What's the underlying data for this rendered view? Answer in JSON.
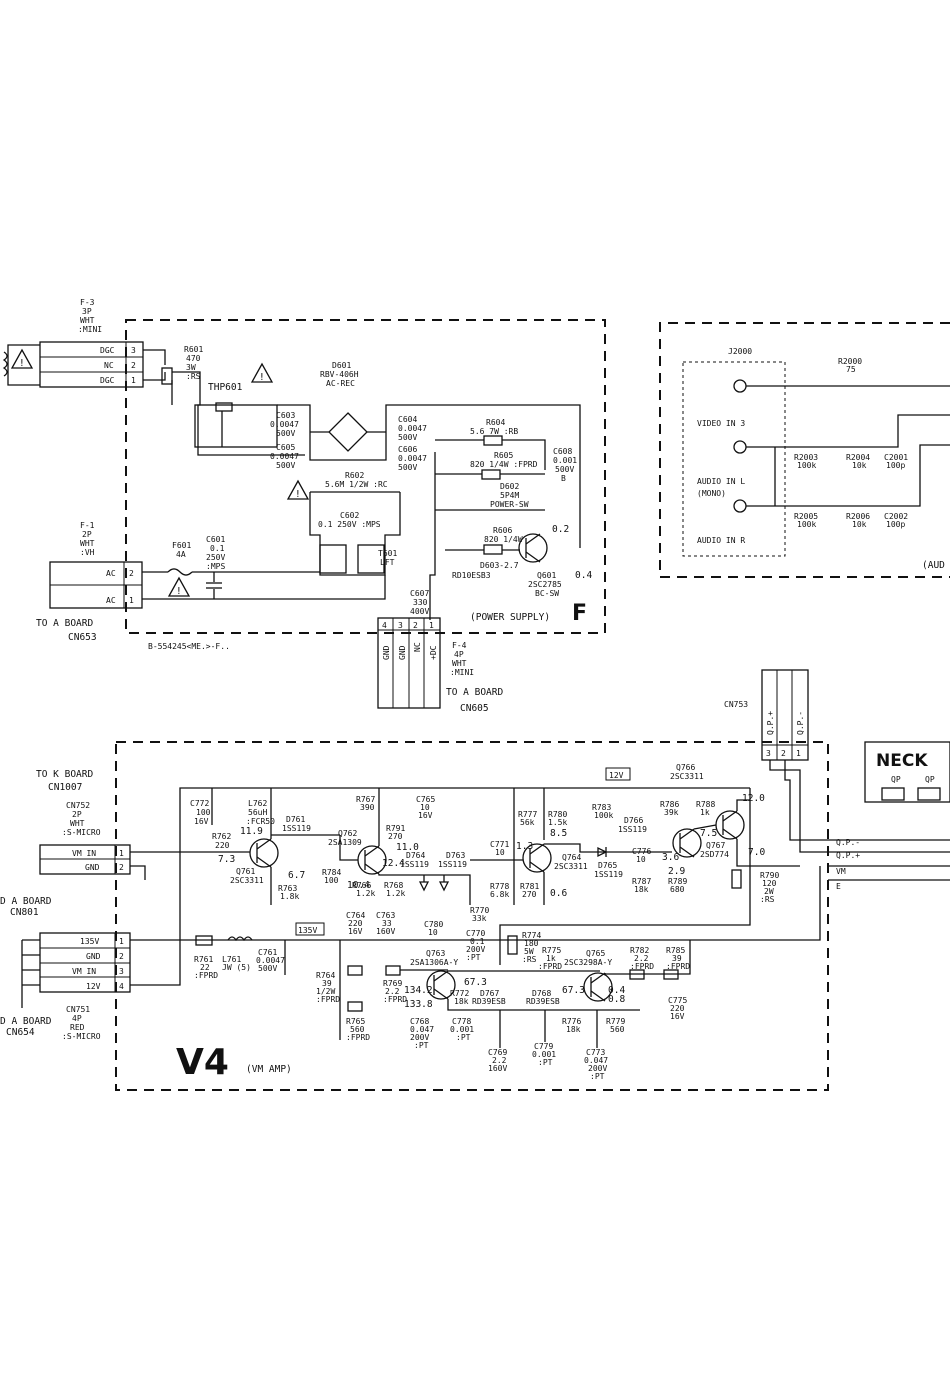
{
  "power_supply": {
    "block_label": "F",
    "block_title": "(POWER SUPPLY)",
    "part_code": "B-554245<ME.>-F..",
    "f3": {
      "ref": "F-3",
      "pins": "3P",
      "color": "WHT",
      "type": ":MINI",
      "rows": [
        "DGC",
        "NC",
        "DGC"
      ],
      "nums": [
        "3",
        "2",
        "1"
      ]
    },
    "f1": {
      "ref": "F-1",
      "pins": "2P",
      "color": "WHT",
      "type": ":VH",
      "rows": [
        "AC",
        "AC"
      ],
      "nums": [
        "2",
        "1"
      ]
    },
    "f4": {
      "ref": "F-4",
      "pins": "4P",
      "color": "WHT",
      "type": ":MINI",
      "cols": [
        "GND",
        "GND",
        "NC",
        "+DC"
      ],
      "nums": [
        "4",
        "3",
        "2",
        "1"
      ]
    },
    "to_a_board_1": "TO A BOARD",
    "cn653": "CN653",
    "to_a_board_2": "TO A BOARD",
    "cn605": "CN605",
    "r601": [
      "R601",
      "470",
      "3W",
      ":RS"
    ],
    "thp601": "THP601",
    "d601": [
      "D601",
      "RBV-406H",
      "AC-REC"
    ],
    "c603": [
      "C603",
      "0.0047",
      "500V"
    ],
    "c605": [
      "C605",
      "0.0047",
      "500V"
    ],
    "c604": [
      "C604",
      "0.0047",
      "500V"
    ],
    "c606": [
      "C606",
      "0.0047",
      "500V"
    ],
    "r602": "5.6M 1/2W :RC",
    "r602_ref": "R602",
    "c602": [
      "C602",
      "0.1 250V :MPS"
    ],
    "t601": [
      "T601",
      "LFT"
    ],
    "f601": [
      "F601",
      "4A"
    ],
    "c601": [
      "C601",
      "0.1",
      "250V",
      ":MPS"
    ],
    "r604": [
      "R604",
      "5.6 7W :RB"
    ],
    "r605": [
      "R605",
      "820 1/4W :FPRD"
    ],
    "c608": [
      "C608",
      "0.001",
      "500V",
      "B"
    ],
    "d602": [
      "D602",
      "5P4M",
      "POWER-SW"
    ],
    "r606": [
      "R606",
      "820 1/4W"
    ],
    "d603": [
      "D603-2.7",
      "RD10ESB3"
    ],
    "q601": [
      "Q601",
      "2SC2785",
      "BC-SW"
    ],
    "q601_v1": "0.2",
    "q601_v2": "0.4",
    "c607": [
      "C607",
      "330",
      "400V"
    ]
  },
  "av_board": {
    "j2000": "J2000",
    "r2000": [
      "R2000",
      "75"
    ],
    "video_in": "VIDEO IN 3",
    "audio_l": "AUDIO IN L",
    "mono": "(MONO)",
    "audio_r": "AUDIO IN R",
    "r2003": [
      "R2003",
      "100k"
    ],
    "r2004": [
      "R2004",
      "10k"
    ],
    "c2001": [
      "C2001",
      "100p"
    ],
    "r2005": [
      "R2005",
      "100k"
    ],
    "r2006": [
      "R2006",
      "10k"
    ],
    "c2002": [
      "C2002",
      "100p"
    ],
    "cut_label": "(AUD"
  },
  "cn753": {
    "ref": "CN753",
    "cols": [
      "Q.P.+",
      "Q.P.-"
    ],
    "nums": [
      "3",
      "2",
      "1"
    ]
  },
  "neck": {
    "title": "NECK",
    "qp1": "QP",
    "qp2": "QP",
    "lines": [
      "Q.P.-",
      "Q.P.+",
      "VM",
      "E"
    ]
  },
  "vm_amp": {
    "block_label": "V4",
    "block_title": "(VM AMP)",
    "to_k_board": "TO K BOARD",
    "cn1007": "CN1007",
    "cn752": [
      "CN752",
      "2P",
      "WHT",
      ":S-MICRO"
    ],
    "cn752_rows": [
      "VM IN",
      "GND"
    ],
    "cn752_nums": [
      "1",
      "2"
    ],
    "to_a_board_3": "D A BOARD",
    "cn801": "CN801",
    "cn801_rows": [
      "135V",
      "GND",
      "VM IN",
      "12V"
    ],
    "cn801_nums": [
      "1",
      "2",
      "3",
      "4"
    ],
    "cn751": [
      "CN751",
      "4P",
      "RED",
      ":S-MICRO"
    ],
    "to_a_board_4": "D A BOARD",
    "cn654": "CN654",
    "v12": "12V",
    "v135": "135V",
    "c772": [
      "C772",
      "100",
      "16V"
    ],
    "l762": [
      "L762",
      "56uH",
      ":FCR50"
    ],
    "d761": [
      "D761",
      "1SS119"
    ],
    "r762": [
      "R762",
      "220"
    ],
    "q761": [
      "Q761",
      "2SC3311"
    ],
    "q761_v": [
      "11.9",
      "7.3",
      "6.7"
    ],
    "r763": [
      "R763",
      "1.8k"
    ],
    "r767": [
      "R767",
      "390"
    ],
    "c765": [
      "C765",
      "10",
      "16V"
    ],
    "r791": [
      "R791",
      "270"
    ],
    "q762": [
      "Q762",
      "2SA1309"
    ],
    "q762_v": [
      "11.0",
      "12.4",
      "10.4"
    ],
    "r784": [
      "R784",
      "100"
    ],
    "r766": [
      "R766",
      "1.2k"
    ],
    "r768": [
      "R768",
      "1.2k"
    ],
    "d764": [
      "D764",
      "1SS119"
    ],
    "d763": [
      "D763",
      "1SS119"
    ],
    "c764": [
      "C764",
      "220",
      "16V"
    ],
    "c763": [
      "C763",
      "33",
      "160V"
    ],
    "c780": [
      "C780",
      "10"
    ],
    "r770": [
      "R770",
      "33k"
    ],
    "c771": [
      "C771",
      "10"
    ],
    "r777": [
      "R777",
      "56k"
    ],
    "r780": [
      "R780",
      "1.5k"
    ],
    "q764": [
      "Q764",
      "2SC3311"
    ],
    "q764_v": [
      "1.3",
      "8.5",
      "0.6"
    ],
    "r778": [
      "R778",
      "6.8k"
    ],
    "r781": [
      "R781",
      "270"
    ],
    "r783": [
      "R783",
      "100k"
    ],
    "d766": [
      "D766",
      "1SS119"
    ],
    "d765": [
      "D765",
      "1SS119"
    ],
    "c776": [
      "C776",
      "10"
    ],
    "r787": [
      "R787",
      "18k"
    ],
    "q766": [
      "Q766",
      "2SC3311"
    ],
    "r786": [
      "R786",
      "39k"
    ],
    "r788": [
      "R788",
      "1k"
    ],
    "q767": [
      "Q767",
      "2SD774"
    ],
    "q767_v": [
      "12.0",
      "7.5",
      "3.6",
      "2.9",
      "7.0"
    ],
    "r789": [
      "R789",
      "680"
    ],
    "r790": [
      "R790",
      "120",
      "2W",
      ":RS"
    ],
    "r761": [
      "R761",
      "22",
      ":FPRD"
    ],
    "l761": [
      "L761",
      "JW (5)"
    ],
    "c761": [
      "C761",
      "0.0047",
      "500V"
    ],
    "r764": [
      "R764",
      "39",
      "1/2W",
      ":FPRD"
    ],
    "r769": [
      "R769",
      "2.2",
      ":FPRD"
    ],
    "r765": [
      "R765",
      "560",
      ":FPRD"
    ],
    "q763": [
      "Q763",
      "2SA1306A-Y"
    ],
    "q763_v": [
      "67.3",
      "134.2",
      "133.8"
    ],
    "r772": [
      "R772",
      "18k"
    ],
    "d767": [
      "D767",
      "RD39ESB"
    ],
    "c770": [
      "C770",
      "0.1",
      "200V",
      ":PT"
    ],
    "r774": [
      "R774",
      "180",
      "5W",
      ":RS"
    ],
    "r775": [
      "R775",
      "1k",
      ":FPRD"
    ],
    "q765": [
      "Q765",
      "2SC3298A-Y"
    ],
    "q765_v": [
      "67.3",
      "0.4",
      "0.8"
    ],
    "d768": [
      "D768",
      "RD39ESB"
    ],
    "r782": [
      "R782",
      "2.2",
      ":FPRD"
    ],
    "r785": [
      "R785",
      "39",
      ":FPRD"
    ],
    "c775": [
      "C775",
      "220",
      "16V"
    ],
    "c768": [
      "C768",
      "0.047",
      "200V",
      ":PT"
    ],
    "c778": [
      "C778",
      "0.001",
      ":PT"
    ],
    "r776": [
      "R776",
      "18k"
    ],
    "r779": [
      "R779",
      "560"
    ],
    "c769": [
      "C769",
      "2.2",
      "160V"
    ],
    "c779": [
      "C779",
      "0.001",
      ":PT"
    ],
    "c773": [
      "C773",
      "0.047",
      "200V",
      ":PT"
    ]
  }
}
